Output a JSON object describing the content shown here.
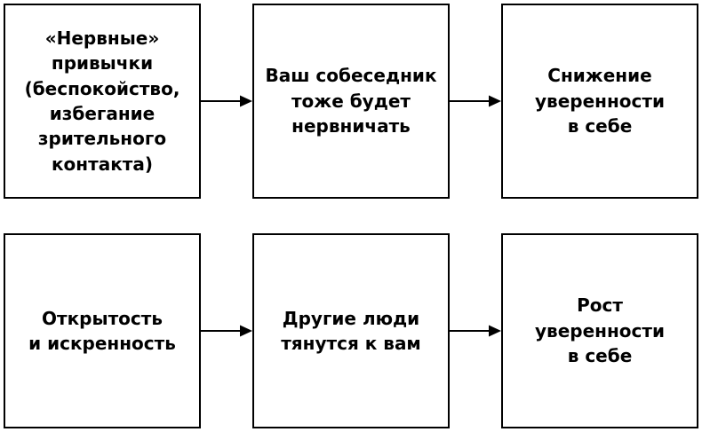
{
  "diagram": {
    "type": "flowchart",
    "rows": [
      {
        "name": "negative-cycle",
        "boxes": [
          {
            "text": "«Нервные»\nпривычки\n(беспокойство,\nизбегание\nзрительного\nконтакта)"
          },
          {
            "text": "Ваш собеседник\nтоже будет\nнервничать"
          },
          {
            "text": "Снижение\nуверенности\nв себе"
          }
        ]
      },
      {
        "name": "positive-cycle",
        "boxes": [
          {
            "text": "Открытость\nи искренность"
          },
          {
            "text": "Другие люди\nтянутся к вам"
          },
          {
            "text": "Рост\nуверенности\nв себе"
          }
        ]
      }
    ],
    "colors": {
      "background": "#ffffff",
      "box_border": "#000000",
      "text": "#000000",
      "arrow": "#000000"
    }
  }
}
